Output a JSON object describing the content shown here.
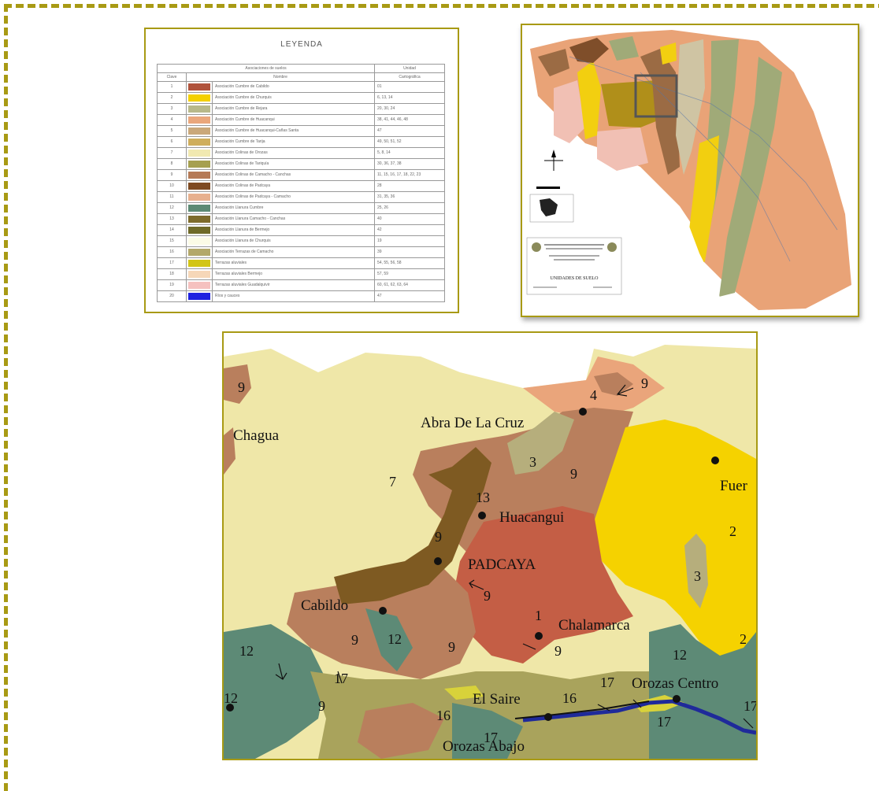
{
  "legend": {
    "title": "LEYENDA",
    "header_group": "Asociaciones de suelos",
    "header_num": "Clave",
    "header_name": "Nombre",
    "header_code_top": "Unidad",
    "header_code": "Cartográfica",
    "rows": [
      {
        "num": "1",
        "color": "#b0533c",
        "name": "Asociación Cumbre de Cabildo",
        "code": "01"
      },
      {
        "num": "2",
        "color": "#f4d000",
        "name": "Asociación Cumbre de Churquis",
        "code": "6, 13, 14"
      },
      {
        "num": "3",
        "color": "#b8b98a",
        "name": "Asociación Cumbre de Rejara",
        "code": "20, 30, 24"
      },
      {
        "num": "4",
        "color": "#eaa77c",
        "name": "Asociación Cumbre de Huacanqui",
        "code": "38, 41, 44, 46, 48"
      },
      {
        "num": "5",
        "color": "#caa87a",
        "name": "Asociación Cumbre de Huacanqui-Cañas Santa",
        "code": "47"
      },
      {
        "num": "6",
        "color": "#cfae5c",
        "name": "Asociación Cumbre de Tarija",
        "code": "49, 50, 51, 52"
      },
      {
        "num": "7",
        "color": "#f1e9b1",
        "name": "Asociación Colinas de Orozas",
        "code": "5, 8, 14"
      },
      {
        "num": "8",
        "color": "#a6a050",
        "name": "Asociación Colinas de Tariquía",
        "code": "30, 36, 37, 38"
      },
      {
        "num": "9",
        "color": "#b57a56",
        "name": "Asociación Colinas de Camacho - Canchas",
        "code": "11, 15, 16, 17, 18, 22, 23"
      },
      {
        "num": "10",
        "color": "#7e4a22",
        "name": "Asociación Colinas de Padcaya",
        "code": "28"
      },
      {
        "num": "11",
        "color": "#e7b08e",
        "name": "Asociación Colinas de Padcaya - Camacho",
        "code": "31, 35, 36"
      },
      {
        "num": "12",
        "color": "#5c8a74",
        "name": "Asociación Llanura Cumbre",
        "code": "25, 26"
      },
      {
        "num": "13",
        "color": "#7d6b2b",
        "name": "Asociación Llanura Camacho - Canchas",
        "code": "40"
      },
      {
        "num": "14",
        "color": "#6f6a28",
        "name": "Asociación Llanura de Bermejo",
        "code": "42"
      },
      {
        "num": "15",
        "color": "#fbfbe6",
        "name": "Asociación Llanura de Churquis",
        "code": "19"
      },
      {
        "num": "16",
        "color": "#b3a86a",
        "name": "Asociación Terrazas de Camacho",
        "code": "39"
      },
      {
        "num": "17",
        "color": "#d2c516",
        "name": "Terrazas aluviales",
        "code": "54, 55, 56, 58"
      },
      {
        "num": "18",
        "color": "#f6d7b8",
        "name": "Terrazas aluviales Bermejo",
        "code": "57, 59"
      },
      {
        "num": "19",
        "color": "#f5c1bf",
        "name": "Terrazas aluviales Guadalquivir",
        "code": "60, 61, 62, 63, 64"
      },
      {
        "num": "20",
        "color": "#1e22e0",
        "name": "Ríos y cauces",
        "code": "47"
      }
    ]
  },
  "overview": {
    "map_title": "UNIDADES DE SUELO",
    "colors": {
      "salmon": "#e9a377",
      "green": "#a0aa78",
      "tan": "#cfc4a3",
      "yellow": "#f2cf10",
      "olive": "#b08f1a",
      "brown": "#9b6b44",
      "pink": "#f1c0b4",
      "darkbrown": "#7f4e2a"
    }
  },
  "zoom": {
    "colors": {
      "cream": "#efe7a8",
      "brown": "#b97f5d",
      "red": "#c45e45",
      "darkbrown": "#7e5a22",
      "yellow": "#f5d200",
      "sage": "#b6ae7c",
      "teal": "#5d8a76",
      "salmon": "#eaa57b",
      "khaki": "#a9a35c",
      "lime": "#d8d23a",
      "river": "#1f2a9a"
    },
    "places": [
      {
        "name": "Abra De La Cruz"
      },
      {
        "name": "Chagua"
      },
      {
        "name": "Huacangui"
      },
      {
        "name": "PADCAYA"
      },
      {
        "name": "Cabildo"
      },
      {
        "name": "Chalamarca"
      },
      {
        "name": "Fuer"
      },
      {
        "name": "El Saire"
      },
      {
        "name": "Orozas Centro"
      },
      {
        "name": "Orozas Abajo"
      }
    ],
    "unit_labels": [
      "9",
      "4",
      "9",
      "3",
      "7",
      "13",
      "9",
      "9",
      "2",
      "3",
      "9",
      "1",
      "9",
      "12",
      "9",
      "12",
      "9",
      "2",
      "17",
      "17",
      "16",
      "17",
      "16",
      "17",
      "9",
      "12",
      "12",
      "17"
    ]
  }
}
